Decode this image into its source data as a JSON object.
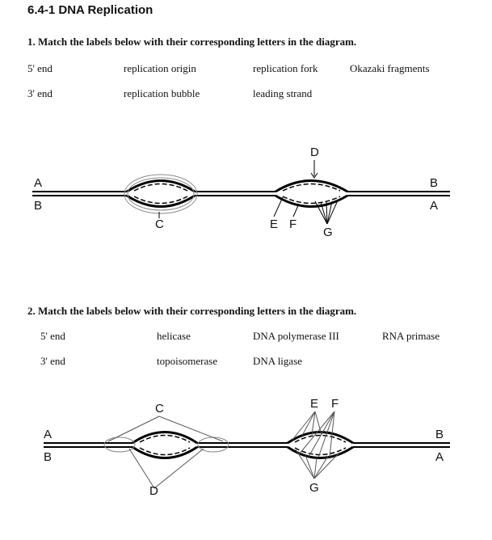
{
  "title": "6.4-1 DNA Replication",
  "q1": {
    "prompt": "1. Match the labels below with their corresponding letters in the diagram.",
    "terms": [
      "5' end",
      "replication origin",
      "replication fork",
      "Okazaki fragments",
      "3' end",
      "replication bubble",
      "leading strand"
    ],
    "letters": [
      "A",
      "B",
      "B",
      "A",
      "C",
      "D",
      "E",
      "F",
      "G"
    ]
  },
  "q2": {
    "prompt": "2. Match the labels below with their corresponding letters in the diagram.",
    "terms": [
      "5' end",
      "helicase",
      "DNA polymerase III",
      "RNA primase",
      "3' end",
      "topoisomerase",
      "DNA ligase"
    ],
    "letters": [
      "A",
      "B",
      "B",
      "A",
      "C",
      "D",
      "E",
      "F",
      "G"
    ]
  }
}
